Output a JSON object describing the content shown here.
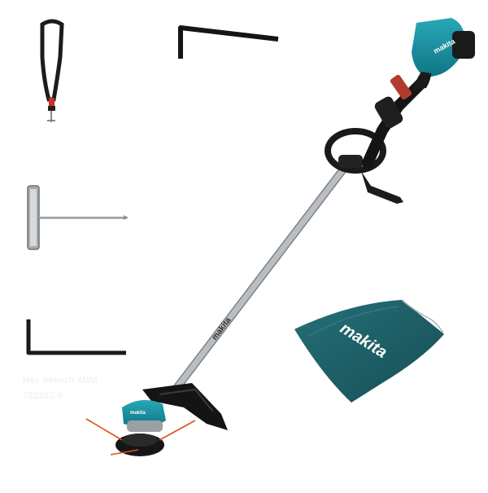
{
  "brand": "makita",
  "captions": {
    "hex_wrench_name": "Hex Wrench 4MM",
    "hex_wrench_code": "783202-0"
  },
  "colors": {
    "makita_teal": "#1a8fa0",
    "bag_teal": "#1d5f67",
    "shaft_silver": "#c9cdd1",
    "trim_line_orange": "#e0501a",
    "black": "#151515"
  }
}
